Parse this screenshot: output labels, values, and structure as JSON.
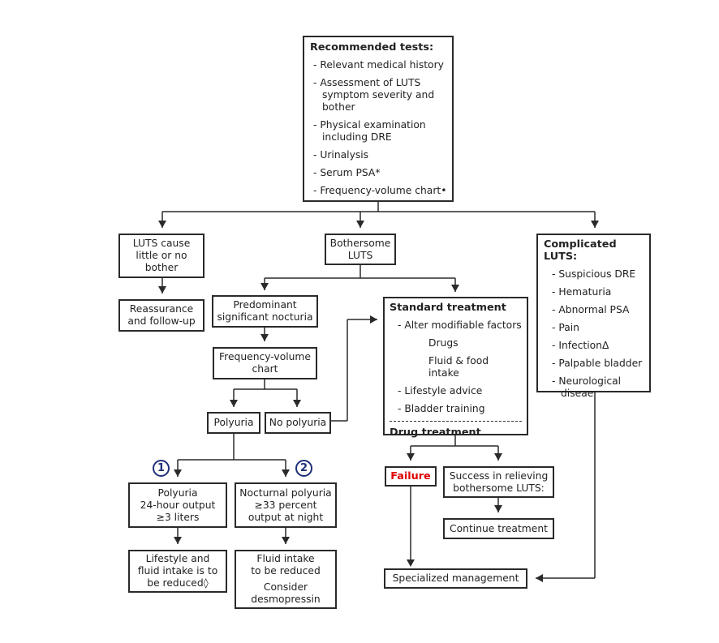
{
  "recommended": {
    "title": "Recommended tests:",
    "items": [
      "- Relevant medical history",
      "- Assessment of LUTS symptom severity and bother",
      "- Physical examination including DRE",
      "- Urinalysis",
      "- Serum PSA*",
      "- Frequency-volume chart•"
    ]
  },
  "luts_little": "LUTS cause little or no bother",
  "reassurance": "Reassurance and follow-up",
  "bothersome": "Bothersome LUTS",
  "nocturia": "Predominant significant nocturia",
  "fv_chart": "Frequency-volume chart",
  "polyuria": "Polyuria",
  "no_polyuria": "No polyuria",
  "badge1": "1",
  "badge2": "2",
  "polyuria24": {
    "line1": "Polyuria",
    "line2": "24-hour output",
    "line3": "≥3 liters"
  },
  "nocturnal": {
    "line1": "Nocturnal polyuria",
    "line2": "≥33 percent",
    "line3": "output at night"
  },
  "lifestyle_fluid": "Lifestyle and fluid intake is to be reduced◊",
  "fluid_intake": {
    "line1": "Fluid intake",
    "line2": "to be reduced",
    "line3": "Consider desmopressin"
  },
  "standard": {
    "title": "Standard treatment",
    "items": [
      "- Alter modifiable factors",
      "Drugs",
      "Fluid & food intake",
      "- Lifestyle advice",
      "- Bladder training"
    ],
    "drug_title": "Drug treatment"
  },
  "failure": "Failure",
  "success": "Success in relieving bothersome LUTS:",
  "continue": "Continue treatment",
  "specialized": "Specialized management",
  "complicated": {
    "title": "Complicated LUTS:",
    "items": [
      "- Suspicious DRE",
      "- Hematuria",
      "- Abnormal PSA",
      "- Pain",
      "- InfectionΔ",
      "- Palpable bladder",
      "- Neurological diseae"
    ]
  },
  "colors": {
    "line": "#2a2a2a",
    "failure": "#e00000",
    "badge": "#1f2f7a"
  }
}
